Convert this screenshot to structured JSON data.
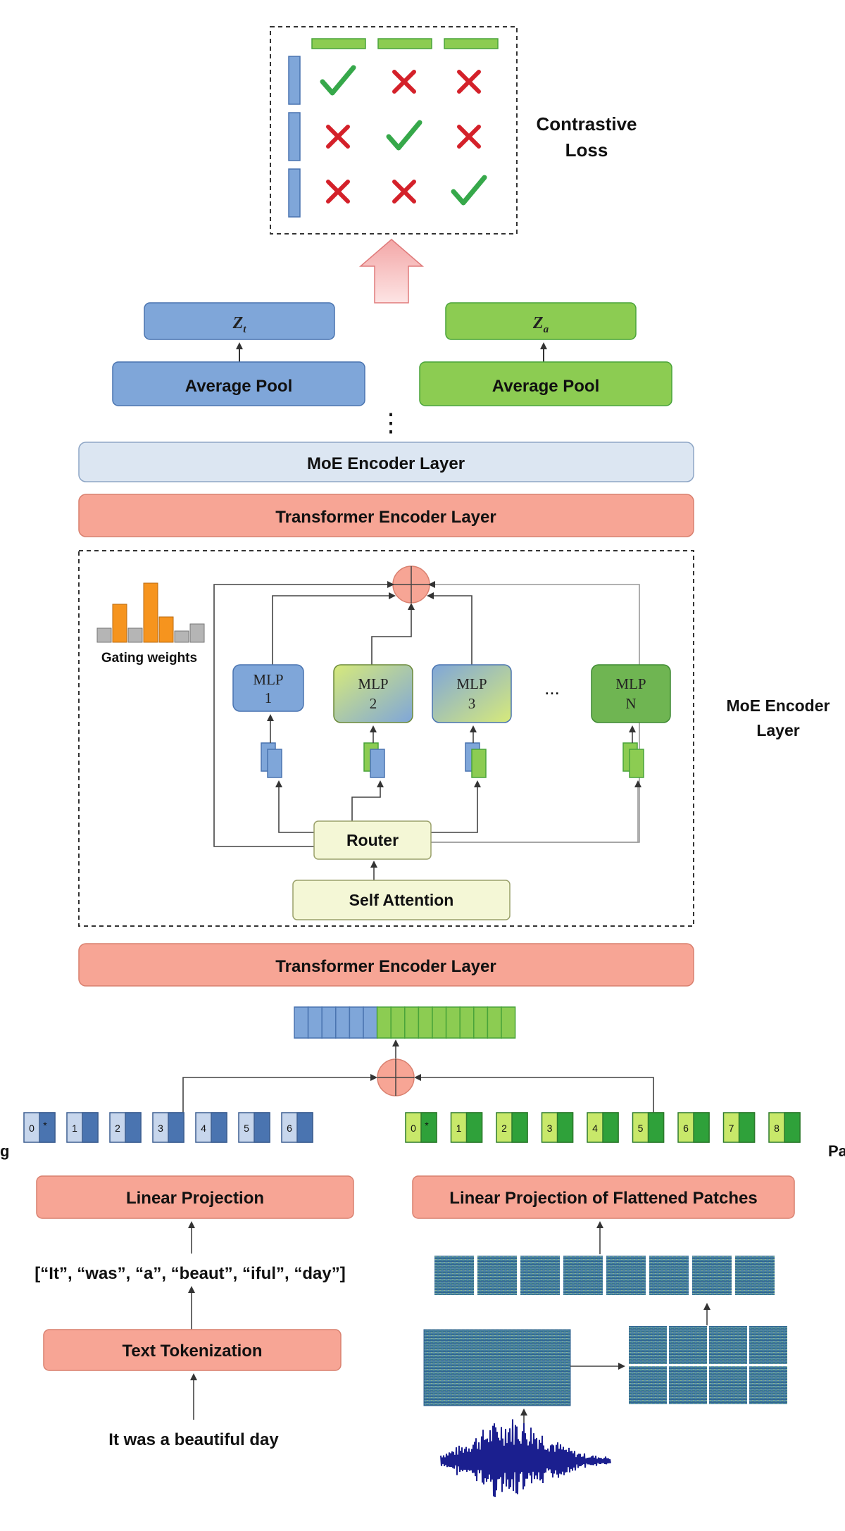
{
  "contrastive": {
    "label_line1": "Contrastive",
    "label_line2": "Loss",
    "matrix": [
      [
        "check",
        "cross",
        "cross"
      ],
      [
        "cross",
        "check",
        "cross"
      ],
      [
        "cross",
        "cross",
        "check"
      ]
    ]
  },
  "embeddings": {
    "text_symbol": "Z",
    "text_sub": "t",
    "audio_symbol": "Z",
    "audio_sub": "a",
    "text_pool": "Average Pool",
    "audio_pool": "Average Pool"
  },
  "ellipsis_vertical": "⋮",
  "layers": {
    "moe_top": "MoE Encoder Layer",
    "transformer_top": "Transformer Encoder Layer",
    "transformer_bottom": "Transformer Encoder Layer"
  },
  "moe_block": {
    "gating_label": "Gating weights",
    "side_label_line1": "MoE Encoder",
    "side_label_line2": "Layer",
    "experts": [
      {
        "line1": "MLP",
        "line2": "1"
      },
      {
        "line1": "MLP",
        "line2": "2"
      },
      {
        "line1": "MLP",
        "line2": "3"
      },
      {
        "line1": "MLP",
        "line2": "N"
      }
    ],
    "experts_ellipsis": "...",
    "router": "Router",
    "self_attention": "Self Attention"
  },
  "text_tokens": [
    "0",
    "1",
    "2",
    "3",
    "4",
    "5",
    "6"
  ],
  "audio_tokens": [
    "0",
    "1",
    "2",
    "3",
    "4",
    "5",
    "6",
    "7",
    "8"
  ],
  "cls_marker": "*",
  "text_branch": {
    "cut_label": "g",
    "projection": "Linear Projection",
    "tokens_list": "[“It”, “was”, “a”, “beaut”, “iful”, “day”]",
    "tokenization": "Text Tokenization",
    "input": "It was a beautiful day"
  },
  "audio_branch": {
    "cut_label": "Pa",
    "projection": "Linear Projection of Flattened Patches"
  },
  "colors": {
    "blue": "#7fa6d9",
    "blue_dark": "#4a74b0",
    "green": "#8ccc52",
    "green_dark": "#49a33a",
    "salmon": "#f7a595",
    "lightblue": "#dce6f2",
    "cream": "#f4f7d6",
    "orange": "#f6941e",
    "red": "#d4212a",
    "check": "#36a84a",
    "spec": "#2f6a98",
    "wave": "#1b1f8f"
  }
}
